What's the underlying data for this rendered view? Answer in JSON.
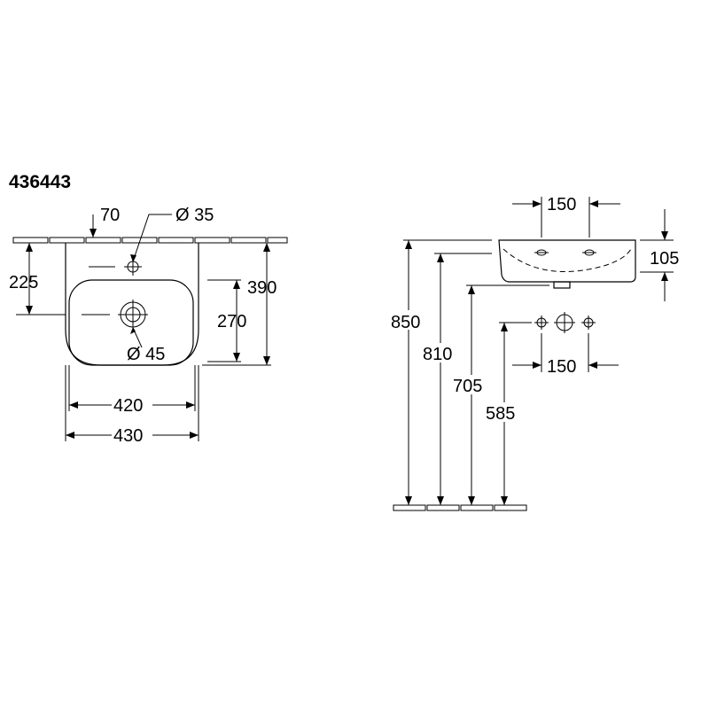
{
  "title": "436443",
  "front_view": {
    "dim_70": "70",
    "dim_dia35": "Ø 35",
    "dim_225": "225",
    "dim_390": "390",
    "dim_270": "270",
    "dim_dia45": "Ø 45",
    "dim_420": "420",
    "dim_430": "430"
  },
  "side_view": {
    "dim_150_top": "150",
    "dim_105": "105",
    "dim_850": "850",
    "dim_810": "810",
    "dim_705": "705",
    "dim_585": "585",
    "dim_150_bottom": "150"
  }
}
